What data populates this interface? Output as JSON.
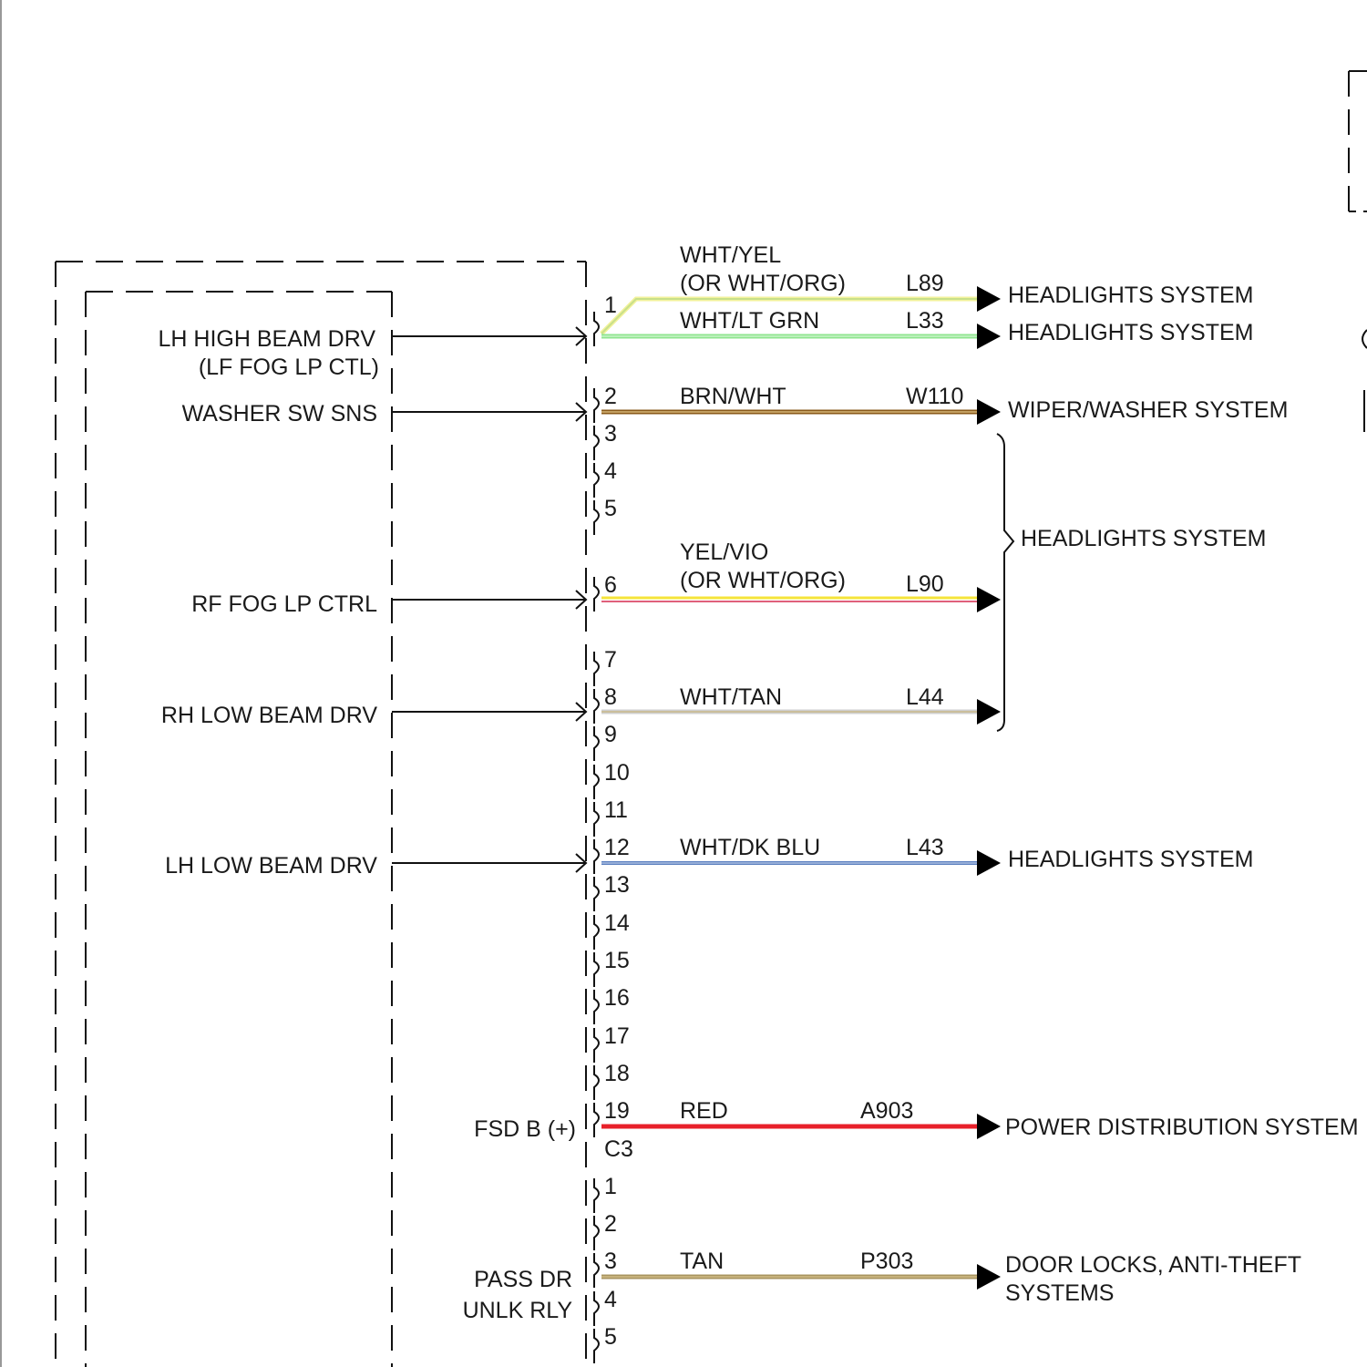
{
  "module_pins": [
    {
      "label": "LH HIGH BEAM DRV",
      "label2": "(LF FOG LP CTL)"
    },
    {
      "label": "WASHER SW SNS"
    },
    {
      "label": "RF FOG LP CTRL"
    },
    {
      "label": "RH LOW BEAM DRV"
    },
    {
      "label": "LH LOW BEAM DRV"
    },
    {
      "label": "FSD B (+)"
    },
    {
      "label": "PASS DR",
      "label2": "UNLK RLY"
    }
  ],
  "connector_upper": {
    "pins": [
      "1",
      "2",
      "3",
      "4",
      "5",
      "6",
      "7",
      "8",
      "9",
      "10",
      "11",
      "12",
      "13",
      "14",
      "15",
      "16",
      "17",
      "18",
      "19"
    ],
    "name": "C3"
  },
  "connector_lower": {
    "pins": [
      "1",
      "2",
      "3",
      "4",
      "5"
    ]
  },
  "wires": [
    {
      "pin": "1",
      "color_name": "WHT/YEL",
      "color_name2": "(OR WHT/ORG)",
      "circuit": "L89",
      "destination": "HEADLIGHTS SYSTEM",
      "colors": [
        "#f2f29a",
        "#c8e08a"
      ]
    },
    {
      "pin": "1",
      "color_name": "WHT/LT GRN",
      "circuit": "L33",
      "destination": "HEADLIGHTS SYSTEM",
      "colors": [
        "#8fe58f",
        "#c9f3c9"
      ]
    },
    {
      "pin": "2",
      "color_name": "BRN/WHT",
      "circuit": "W110",
      "destination": "WIPER/WASHER SYSTEM",
      "colors": [
        "#8a5a1a",
        "#d6b87a"
      ]
    },
    {
      "pin": "6",
      "color_name": "YEL/VIO",
      "color_name2": "(OR WHT/ORG)",
      "circuit": "L90",
      "colors": [
        "#f5e43a",
        "#e0607a"
      ]
    },
    {
      "pin": "8",
      "color_name": "WHT/TAN",
      "circuit": "L44",
      "colors": [
        "#cfcfcf",
        "#c8b98a"
      ]
    },
    {
      "pin": "12",
      "color_name": "WHT/DK BLU",
      "circuit": "L43",
      "destination": "HEADLIGHTS SYSTEM",
      "colors": [
        "#5b7fbf",
        "#d0dcf0"
      ]
    },
    {
      "pin": "19",
      "color_name": "RED",
      "circuit": "A903",
      "destination": "POWER DISTRIBUTION SYSTEM",
      "colors": [
        "#e8202a",
        "#e8202a"
      ]
    },
    {
      "pin": "3",
      "color_name": "TAN",
      "circuit": "P303",
      "destination": "DOOR LOCKS, ANTI-THEFT",
      "destination2": "SYSTEMS",
      "colors": [
        "#a89460",
        "#c7b27c"
      ]
    }
  ],
  "bracket_destination": "HEADLIGHTS SYSTEM",
  "colors": {
    "line": "#111111",
    "background": "#ffffff"
  }
}
